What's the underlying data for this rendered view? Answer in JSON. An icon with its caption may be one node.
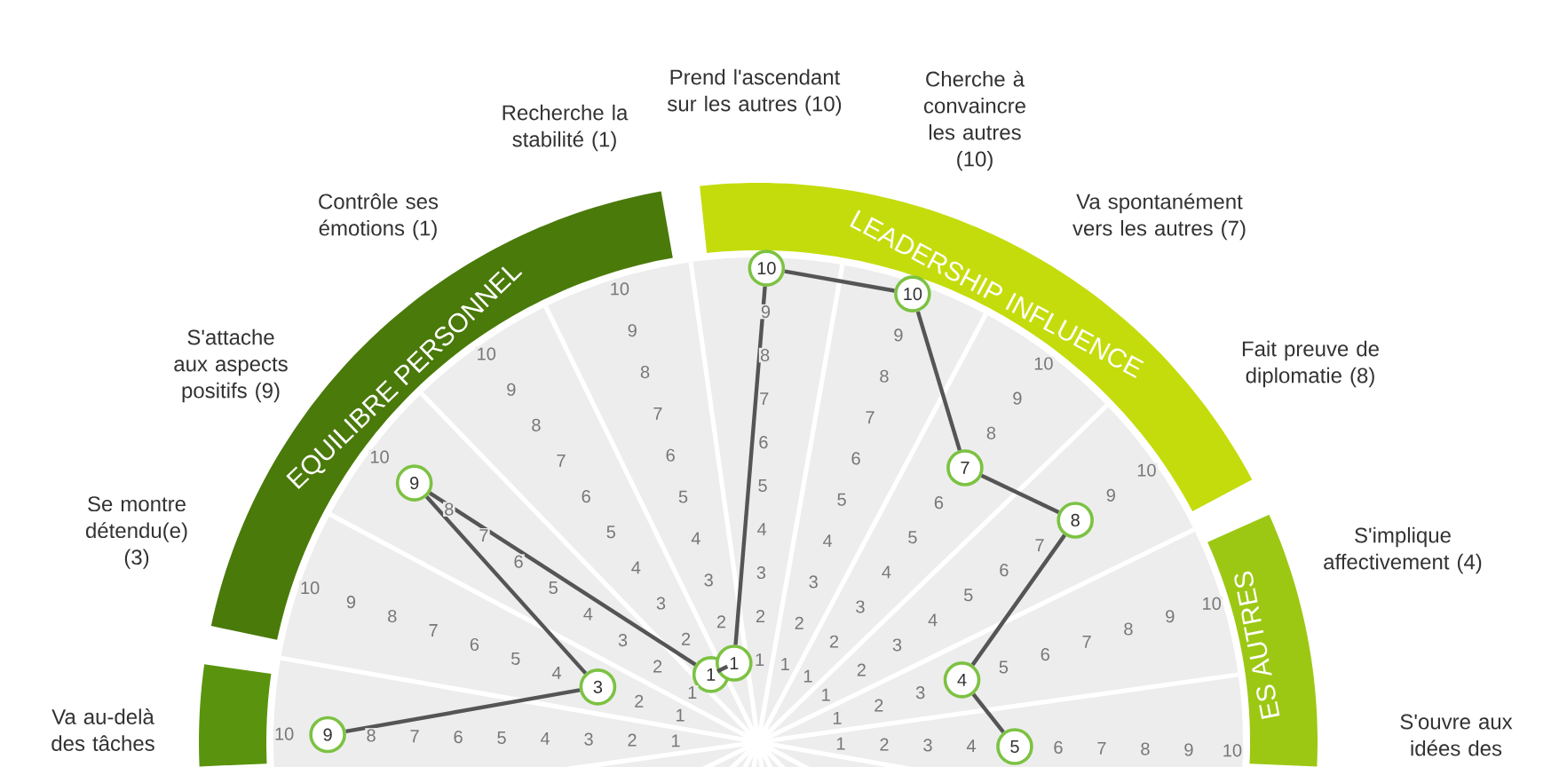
{
  "diagram": {
    "nodes": [
      {
        "text": [],
        "shape": "band"
      },
      {
        "text": [
          "EQUILIBRE PERSONNEL"
        ]
      },
      {
        "text": [
          "LEADERSHIP INFLUENCE"
        ]
      },
      {
        "text": [
          "ES AUTRES"
        ]
      },
      {
        "text": [
          "9"
        ]
      },
      {
        "text": [
          "3"
        ]
      },
      {
        "text": [
          "9"
        ]
      },
      {
        "text": [
          "1"
        ]
      },
      {
        "text": [
          "1"
        ]
      },
      {
        "text": [
          "10"
        ]
      },
      {
        "text": [
          "10"
        ]
      },
      {
        "text": [
          "7"
        ]
      },
      {
        "text": [
          "8"
        ]
      },
      {
        "text": [
          "4"
        ]
      },
      {
        "text": [
          "5"
        ]
      }
    ],
    "edges": [
      {
        "from": 4,
        "to": 5,
        "arrow": "none"
      },
      {
        "from": 5,
        "to": 6,
        "arrow": "none"
      },
      {
        "from": 6,
        "to": 7,
        "arrow": "none"
      },
      {
        "from": 7,
        "to": 8,
        "arrow": "none"
      },
      {
        "from": 8,
        "to": 9,
        "arrow": "none"
      },
      {
        "from": 9,
        "to": 10,
        "arrow": "none"
      },
      {
        "from": 10,
        "to": 11,
        "arrow": "none"
      },
      {
        "from": 11,
        "to": 12,
        "arrow": "none"
      },
      {
        "from": 12,
        "to": 13,
        "arrow": "none"
      },
      {
        "from": 13,
        "to": 14,
        "arrow": "none"
      }
    ],
    "labels": [
      "Va au-delà des tâches",
      "Se montre détendu(e) (3)",
      "S'attache aux aspects positifs (9)",
      "Contrôle ses émotions (1)",
      "Recherche la stabilité (1)",
      "Prend l'ascendant sur les autres (10)",
      "Cherche à convaincre les autres (10)",
      "Va spontanément vers les autres (7)",
      "Fait preuve de diplomatie (8)",
      "S'implique affectivement (4)",
      "S'ouvre aux idées des",
      "10",
      "8",
      "7",
      "6",
      "5",
      "4",
      "3",
      "2",
      "1",
      "10",
      "9",
      "8",
      "7",
      "6",
      "5",
      "4",
      "2",
      "1",
      "10",
      "8",
      "7",
      "6",
      "5",
      "4",
      "3",
      "2",
      "1",
      "10",
      "9",
      "8",
      "7",
      "6",
      "5",
      "4",
      "3",
      "2",
      "10",
      "9",
      "8",
      "7",
      "6",
      "5",
      "4",
      "3",
      "2",
      "9",
      "8",
      "7",
      "6",
      "5",
      "4",
      "3",
      "2",
      "1",
      "9",
      "8",
      "7",
      "6",
      "5",
      "4",
      "3",
      "2",
      "1",
      "10",
      "9",
      "8",
      "6",
      "5",
      "4",
      "3",
      "2",
      "1",
      "10",
      "9",
      "7",
      "6",
      "5",
      "4",
      "3",
      "2",
      "1",
      "10",
      "9",
      "8",
      "7",
      "6",
      "5",
      "3",
      "2",
      "1",
      "10",
      "9",
      "8",
      "7",
      "6",
      "4",
      "3",
      "2",
      "1"
    ]
  }
}
